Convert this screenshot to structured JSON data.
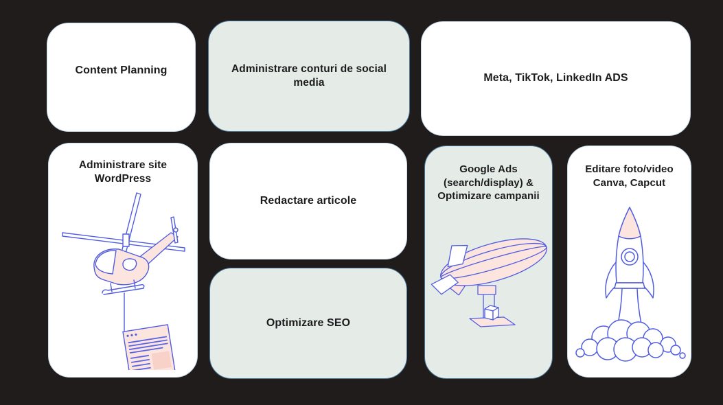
{
  "slide": {
    "background_color": "#201c1b",
    "text_color": "#1c1c1e"
  },
  "colors": {
    "card_white": "#ffffff",
    "card_mint": "#e5ebe7",
    "mint_border": "#47769c",
    "white_border": "#c9dbe9",
    "illustration_stroke": "#4f5ce0",
    "illustration_pink": "#fce5df",
    "webpage_line_blue": "#5864e6"
  },
  "cards": [
    {
      "id": "content-planning",
      "label": "Content Planning",
      "variant": "white"
    },
    {
      "id": "social-media",
      "label": "Administrare conturi de social media",
      "variant": "mint"
    },
    {
      "id": "meta-tiktok-linkedin",
      "label": "Meta, TikTok, LinkedIn ADS",
      "variant": "white"
    },
    {
      "id": "wordpress",
      "label": "Administrare site WordPress",
      "variant": "white",
      "illustration": "helicopter-carrying-webpage"
    },
    {
      "id": "redactare-articole",
      "label": "Redactare articole",
      "variant": "white"
    },
    {
      "id": "optimizare-seo",
      "label": "Optimizare SEO",
      "variant": "mint"
    },
    {
      "id": "google-ads",
      "label": "Google Ads (search/display) & Optimizare campanii",
      "variant": "mint",
      "illustration": "zeppelin-blimp"
    },
    {
      "id": "editare-foto-video",
      "label": "Editare foto/video Canva, Capcut",
      "variant": "white",
      "illustration": "rocket-launch-clouds"
    }
  ]
}
